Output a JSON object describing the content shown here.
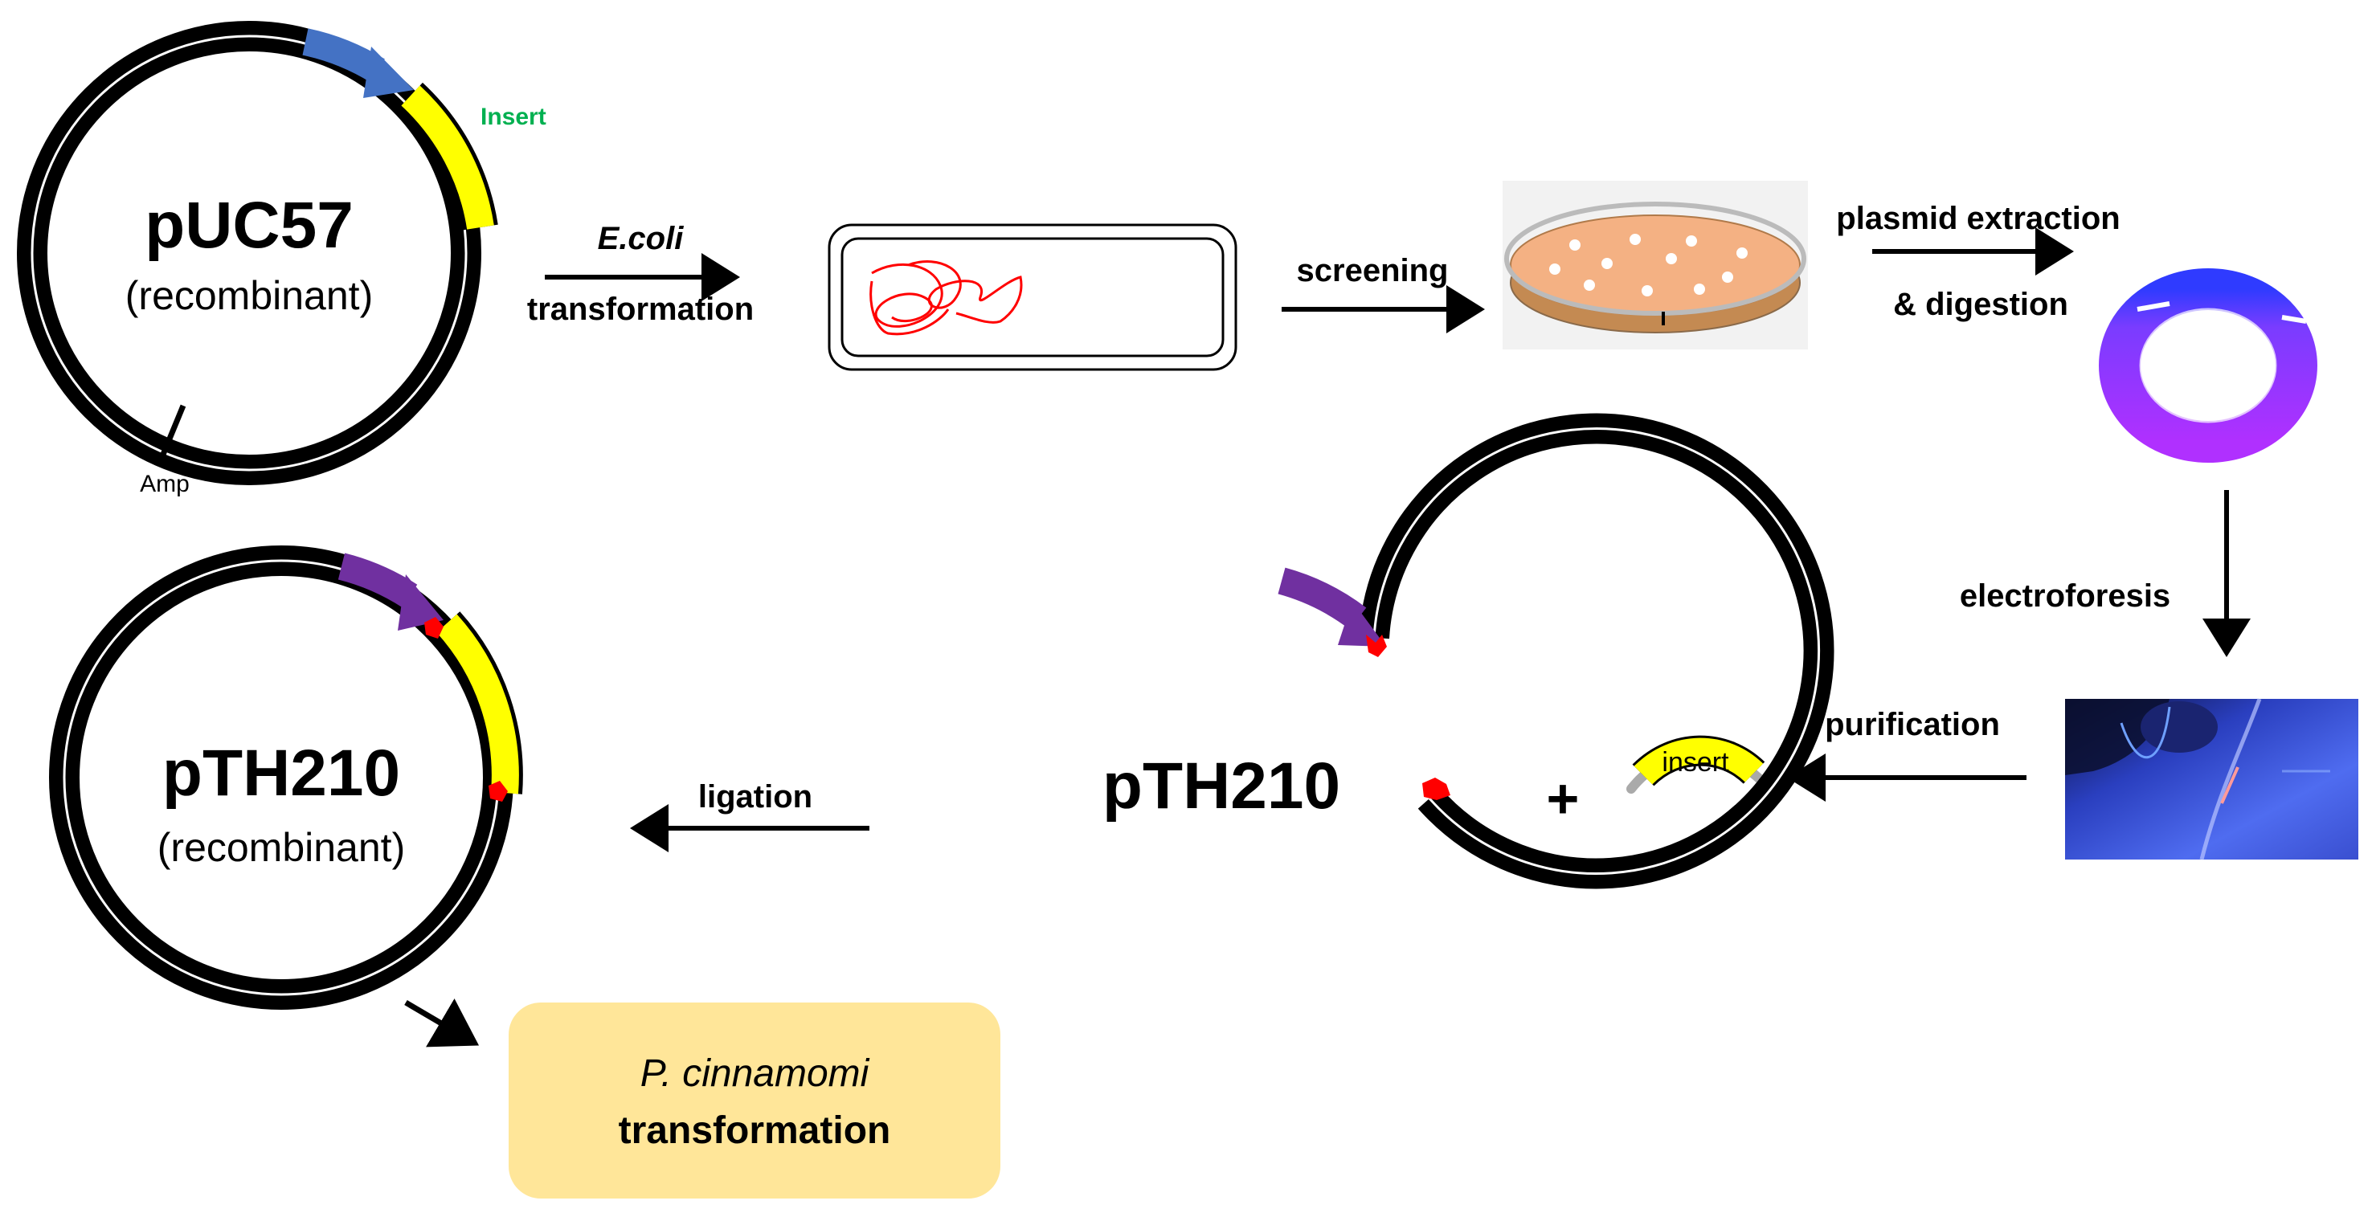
{
  "plasmids": {
    "puc57": {
      "name": "pUC57",
      "subtitle": "(recombinant)",
      "insert_label": "Insert",
      "marker_label": "Amp"
    },
    "pth210_open": {
      "name": "pTH210"
    },
    "pth210_recombinant": {
      "name": "pTH210",
      "subtitle": "(recombinant)"
    }
  },
  "steps": {
    "ecoli": "E.coli",
    "transformation": "transformation",
    "screening": "screening",
    "plasmid_extraction": "plasmid extraction",
    "digestion": "& digestion",
    "electroforesis": "electroforesis",
    "purification": "purification",
    "insert": "insert",
    "plus": "+",
    "ligation": "ligation"
  },
  "final_box": {
    "organism": "P. cinnamomi",
    "process": "transformation"
  },
  "colors": {
    "backbone": "#000000",
    "promoter_blue": "#4472C4",
    "promoter_purple": "#7030A0",
    "insert_yellow": "#FFFF00",
    "cut_site_red": "#FF0000",
    "insert_label_green": "#00B050",
    "final_box_fill": "#FFE699",
    "agar": "#F4B183",
    "gel_blue": "#3A53D8",
    "digest_purple": "#9933FF"
  }
}
